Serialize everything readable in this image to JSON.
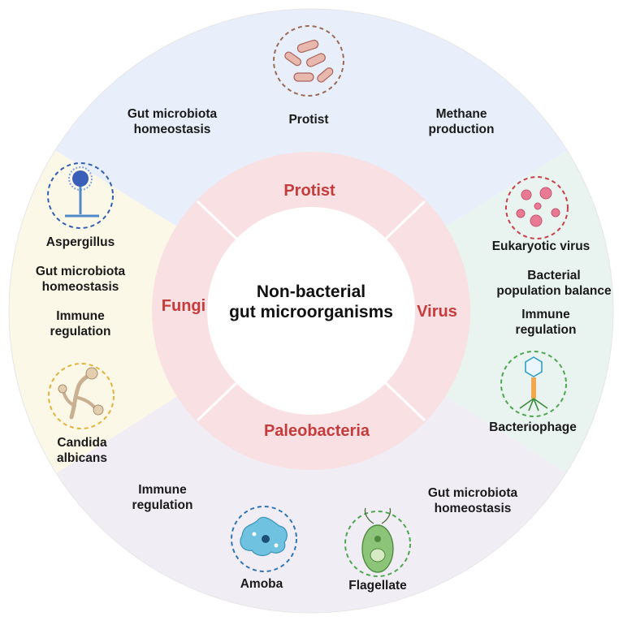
{
  "center": {
    "line1": "Non-bacterial",
    "line2": "gut microorganisms"
  },
  "categories": {
    "protist": "Protist",
    "virus": "Virus",
    "paleobacteria": "Paleobacteria",
    "fungi": "Fungi"
  },
  "protist_sector": {
    "left_function": {
      "line1": "Gut microbiota",
      "line2": "homeostasis"
    },
    "organism": "Protist",
    "right_function": {
      "line1": "Methane",
      "line2": "production"
    }
  },
  "virus_sector": {
    "organism_top": "Eukaryotic virus",
    "function1": {
      "line1": "Bacterial",
      "line2": "population balance"
    },
    "function2": {
      "line1": "Immune",
      "line2": "regulation"
    },
    "organism_bottom": "Bacteriophage"
  },
  "paleobacteria_sector": {
    "left_function": {
      "line1": "Immune",
      "line2": "regulation"
    },
    "right_function": {
      "line1": "Gut microbiota",
      "line2": "homeostasis"
    },
    "organism_left": "Amoba",
    "organism_right": "Flagellate"
  },
  "fungi_sector": {
    "organism_top": "Aspergillus",
    "function1": {
      "line1": "Gut microbiota",
      "line2": "homeostasis"
    },
    "function2": {
      "line1": "Immune",
      "line2": "regulation"
    },
    "organism_bottom": {
      "line1": "Candida",
      "line2": "albicans"
    }
  },
  "colors": {
    "protist_sector": "#e8effa",
    "virus_sector": "#e9f3ef",
    "paleobacteria_sector": "#f1edf5",
    "fungi_sector": "#fcf8e8",
    "inner_ring": "#f9e0e3",
    "category_text": "#c63b3b"
  }
}
